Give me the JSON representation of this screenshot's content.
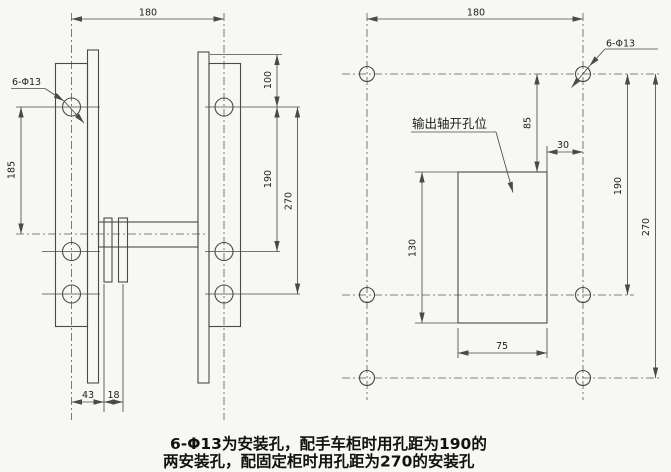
{
  "colors": {
    "background": "#f7f7f4",
    "line": "#4a4a4a",
    "text": "#1d1d1d"
  },
  "front_view": {
    "hole_callout": "6-Φ13",
    "dim_hole_spacing_h": "180",
    "dim_top_to_hole": "100",
    "dim_hole_span_mid": "190",
    "dim_hole_span_outer": "270",
    "dim_hole_to_shaft_axis": "185",
    "dim_axis_to_tab": "43",
    "dim_tab_spacing": "18"
  },
  "panel_view": {
    "hole_callout": "6-Φ13",
    "cutout_callout": "输出轴开孔位",
    "dim_hole_spacing_h": "180",
    "dim_hole_to_cutout_top": "85",
    "dim_cutout_to_hole": "30",
    "dim_hole_span_mid": "190",
    "dim_hole_span_outer": "270",
    "dim_cutout_height": "130",
    "dim_cutout_width": "75"
  },
  "note": {
    "line1": "6-Φ13为安装孔，配手车柜时用孔距为190的",
    "line2": "两安装孔，配固定柜时用孔距为270的安装孔"
  }
}
